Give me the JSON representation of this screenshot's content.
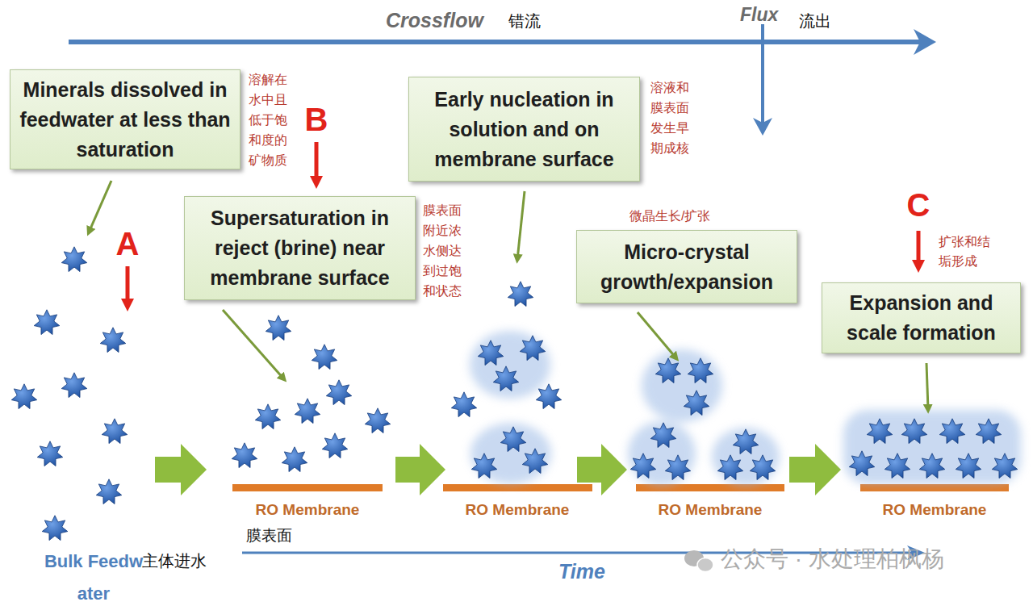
{
  "diagram": {
    "nodes": [
      {
        "text": [
          "Minerals dissolved in feedwater at less than saturation"
        ]
      },
      {
        "text": [
          "Supersaturation in reject (brine) near membrane surface"
        ]
      },
      {
        "text": [
          "Early nucleation in solution and on membrane surface"
        ]
      },
      {
        "text": [
          "Micro-crystal growth/expansion"
        ]
      },
      {
        "text": [
          "Expansion and scale formation"
        ]
      }
    ],
    "labels": [
      "Crossflow",
      "错流",
      "Flux",
      "流出",
      "溶解在水中且低于饱和度的矿物质",
      "B",
      "A",
      "溶液和膜表面发生早期成核",
      "膜表面附近浓水侧达到过饱和状态",
      "微晶生长/扩张",
      "C",
      "扩张和结垢形成",
      "RO Membrane",
      "RO Membrane",
      "RO Membrane",
      "RO Membrane",
      "膜表面",
      "Bulk Feedwater",
      "主体进水",
      "Time",
      "公众号 · 水处理柏枫杨"
    ]
  }
}
